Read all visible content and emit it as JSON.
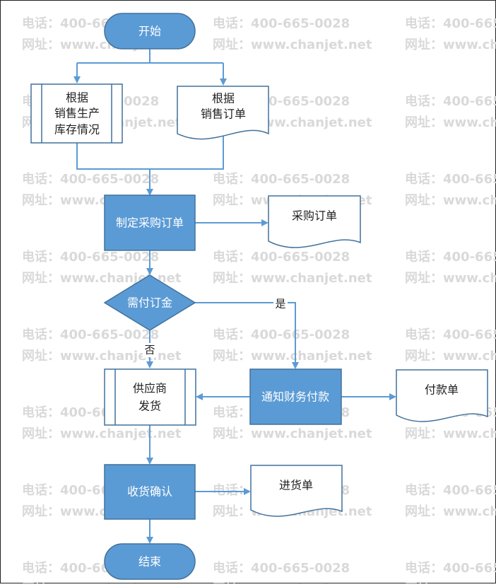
{
  "watermark": {
    "line1": "电话：400-665-0028",
    "line2": "网址：www.chanjet.net"
  },
  "nodes": {
    "start": "开始",
    "source_production": [
      "根据",
      "销售生产",
      "库存情况"
    ],
    "source_sales": [
      "根据",
      "销售订单"
    ],
    "make_po": "制定采购订单",
    "po_doc": "采购订单",
    "need_deposit": "需付订金",
    "supplier_ship": [
      "供应商",
      "发货"
    ],
    "notify_finance": "通知财务付款",
    "payment_doc": "付款单",
    "receive_confirm": "收货确认",
    "receipt_doc": "进货单",
    "end": "结束"
  },
  "edge_labels": {
    "yes": "是",
    "no": "否"
  },
  "colors": {
    "accent": "#5b9bd5",
    "accent_border": "#41719c",
    "watermark": "#d9d9d9"
  }
}
